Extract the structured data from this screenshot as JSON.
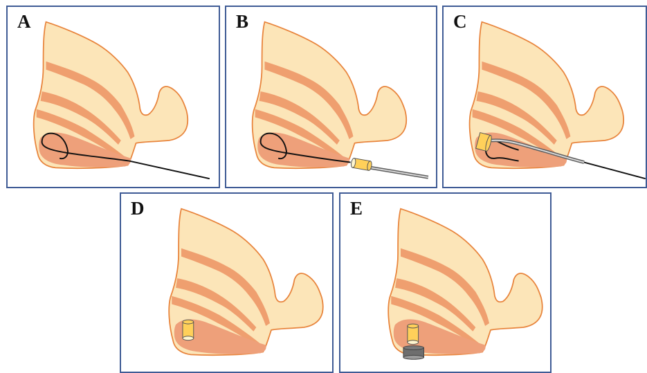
{
  "colors": {
    "skin": "#fce5b8",
    "outline": "#e8843c",
    "tissue": "#ef9f6f",
    "cavity": "#eea07a",
    "frame": "#3f5b95",
    "implant": "#ffd05a",
    "catheter": "#606060",
    "cap": "#6e6e6e"
  },
  "panels": [
    {
      "id": "A",
      "label": "A",
      "contents": [
        "wire-loop",
        "straight-wire"
      ]
    },
    {
      "id": "B",
      "label": "B",
      "contents": [
        "wire-loop",
        "implant-on-catheter"
      ]
    },
    {
      "id": "C",
      "label": "C",
      "contents": [
        "wire-loop",
        "implant-advanced",
        "catheter",
        "straight-wire"
      ]
    },
    {
      "id": "D",
      "label": "D",
      "contents": [
        "implant-in-cavity"
      ]
    },
    {
      "id": "E",
      "label": "E",
      "contents": [
        "implant-in-cavity",
        "sealing-cap"
      ]
    }
  ]
}
